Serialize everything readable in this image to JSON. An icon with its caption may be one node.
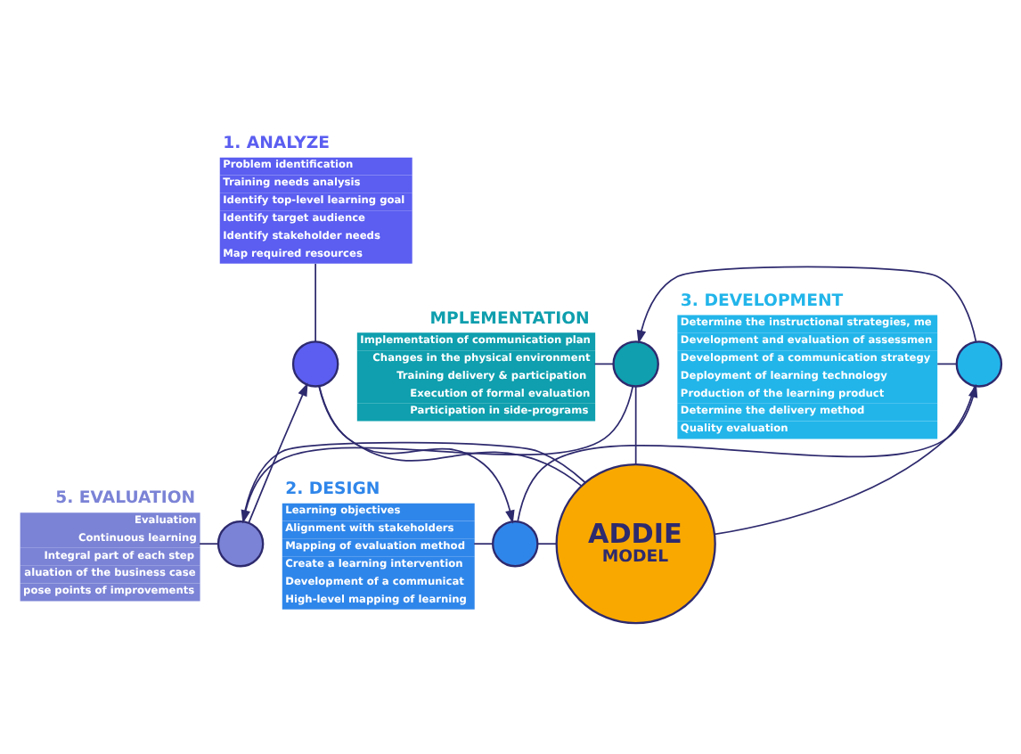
{
  "diagram": {
    "nodes": [
      {
        "text": [
          "1. ANALYZE",
          "Problem identification",
          "Training needs analysis",
          "Identify top-level learning goal",
          "Identify target audience",
          "Identify stakeholder needs",
          "Map required resources"
        ]
      },
      {
        "text": [],
        "shape": "circle"
      },
      {
        "text": [
          "5. EVALUATION",
          "Evaluation",
          "Continuous learning",
          "Integral part of each step",
          "aluation of the business case",
          "pose points of improvements"
        ]
      },
      {
        "text": [
          "2. DESIGN",
          "Learning objectives",
          "Alignment with stakeholders",
          "Mapping of evaluation method",
          "Create a learning intervention",
          "Development of a communicat",
          "High-level mapping of learning"
        ]
      },
      {
        "text": [],
        "shape": "circle"
      },
      {
        "text": [],
        "shape": "circle"
      },
      {
        "text": [
          "ADDIE",
          "MODEL"
        ]
      },
      {
        "text": [
          "MPLEMENTATION",
          "Implementation of communication plan",
          "Changes in the physical environment",
          "Training delivery & participation",
          "Execution of formal evaluation",
          "Participation in side-programs"
        ]
      },
      {
        "text": [],
        "shape": "circle"
      },
      {
        "text": [],
        "shape": "circle"
      },
      {
        "text": [
          "3. DEVELOPMENT",
          "Determine the instructional strategies, me",
          "Development and evaluation of assessmen",
          "Development of a communication strategy",
          "Deployment of learning technology",
          "Production of the learning product",
          "Determine the delivery method",
          "Quality evaluation"
        ]
      }
    ],
    "edges": [
      {
        "from": 0,
        "to": 1,
        "arrow": "none"
      },
      {
        "from": 2,
        "to": 4,
        "arrow": "none"
      },
      {
        "from": 3,
        "to": 5,
        "arrow": "none"
      },
      {
        "from": 1,
        "to": 6,
        "arrow": "none"
      },
      {
        "from": 4,
        "to": 6,
        "arrow": "none"
      },
      {
        "from": 5,
        "to": 6,
        "arrow": "none"
      },
      {
        "from": 8,
        "to": 6,
        "arrow": "none"
      },
      {
        "from": 9,
        "to": 6,
        "arrow": "none"
      },
      {
        "from": 7,
        "to": 8,
        "arrow": "none"
      },
      {
        "from": 10,
        "to": 9,
        "arrow": "none"
      },
      {
        "from": 1,
        "to": 5,
        "arrow": "to"
      },
      {
        "from": 5,
        "to": 9,
        "arrow": "to"
      },
      {
        "from": 9,
        "to": 8,
        "arrow": "to"
      },
      {
        "from": 8,
        "to": 4,
        "arrow": "to"
      },
      {
        "from": 4,
        "to": 1,
        "arrow": "to"
      }
    ]
  }
}
